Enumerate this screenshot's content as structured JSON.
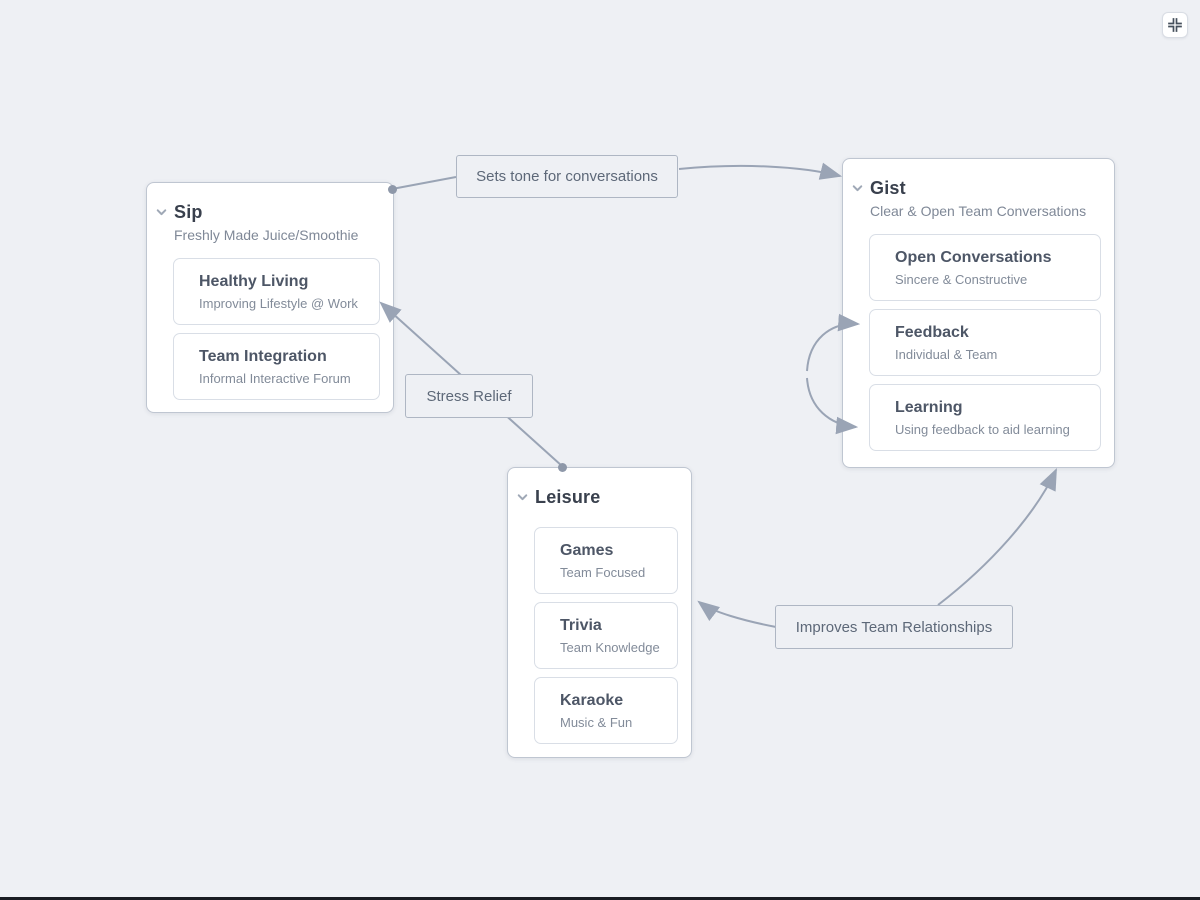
{
  "canvas": {
    "background": "#eef0f4",
    "line_color": "#9aa4b5",
    "dot_color": "#8e98a9"
  },
  "toolbar": {
    "fit_button_icon": "collapse-arrows-icon"
  },
  "nodes": [
    {
      "id": "sip",
      "title": "Sip",
      "subtitle": "Freshly Made Juice/Smoothie",
      "children": [
        {
          "title": "Healthy Living",
          "subtitle": "Improving Lifestyle @ Work"
        },
        {
          "title": "Team Integration",
          "subtitle": "Informal Interactive Forum"
        }
      ]
    },
    {
      "id": "gist",
      "title": "Gist",
      "subtitle": "Clear & Open Team Conversations",
      "children": [
        {
          "title": "Open Conversations",
          "subtitle": "Sincere & Constructive"
        },
        {
          "title": "Feedback",
          "subtitle": "Individual & Team"
        },
        {
          "title": "Learning",
          "subtitle": "Using feedback to aid learning"
        }
      ]
    },
    {
      "id": "leisure",
      "title": "Leisure",
      "subtitle": "",
      "children": [
        {
          "title": "Games",
          "subtitle": "Team Focused"
        },
        {
          "title": "Trivia",
          "subtitle": "Team Knowledge"
        },
        {
          "title": "Karaoke",
          "subtitle": "Music & Fun"
        }
      ]
    }
  ],
  "edge_labels": [
    {
      "id": "sets-tone",
      "text": "Sets tone for conversations"
    },
    {
      "id": "stress-relief",
      "text": "Stress Relief"
    },
    {
      "id": "improves",
      "text": "Improves Team Relationships"
    }
  ],
  "edges": [
    {
      "from": "sip",
      "to": "gist",
      "label": "Sets tone for conversations"
    },
    {
      "from": "leisure",
      "to": "sip.healthy-living",
      "label": "Stress Relief"
    },
    {
      "from": "improves-label",
      "to": "leisure",
      "label": "Improves Team Relationships"
    },
    {
      "from": "improves-label",
      "to": "gist",
      "label": "Improves Team Relationships"
    },
    {
      "from": "gist.learning",
      "to": "gist.feedback",
      "label": ""
    }
  ]
}
